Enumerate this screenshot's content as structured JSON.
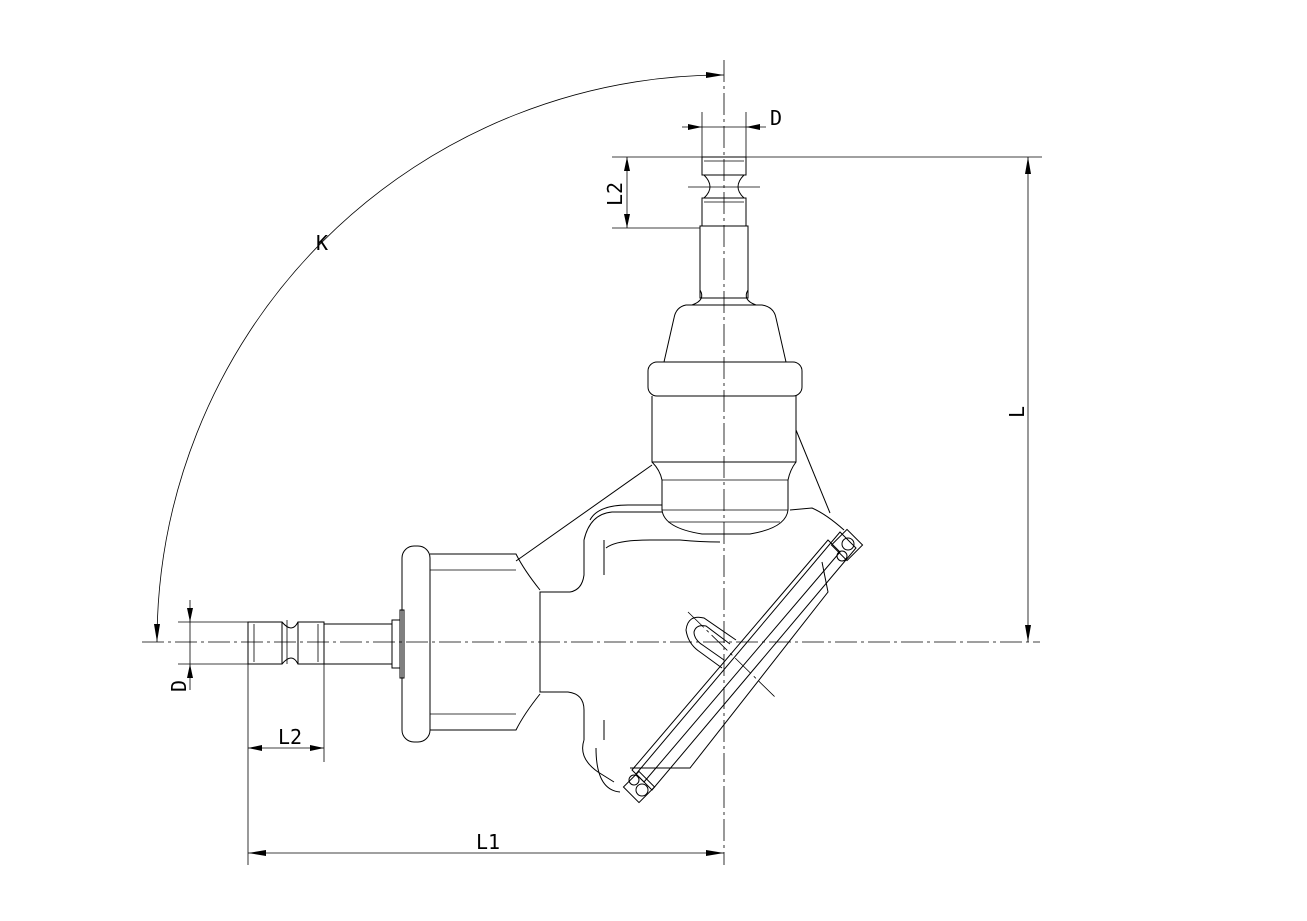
{
  "labels": {
    "arc_angle": "K",
    "top_diameter": "D",
    "top_length": "L2",
    "height": "L",
    "side_diameter": "D",
    "side_length": "L2",
    "width": "L1"
  }
}
